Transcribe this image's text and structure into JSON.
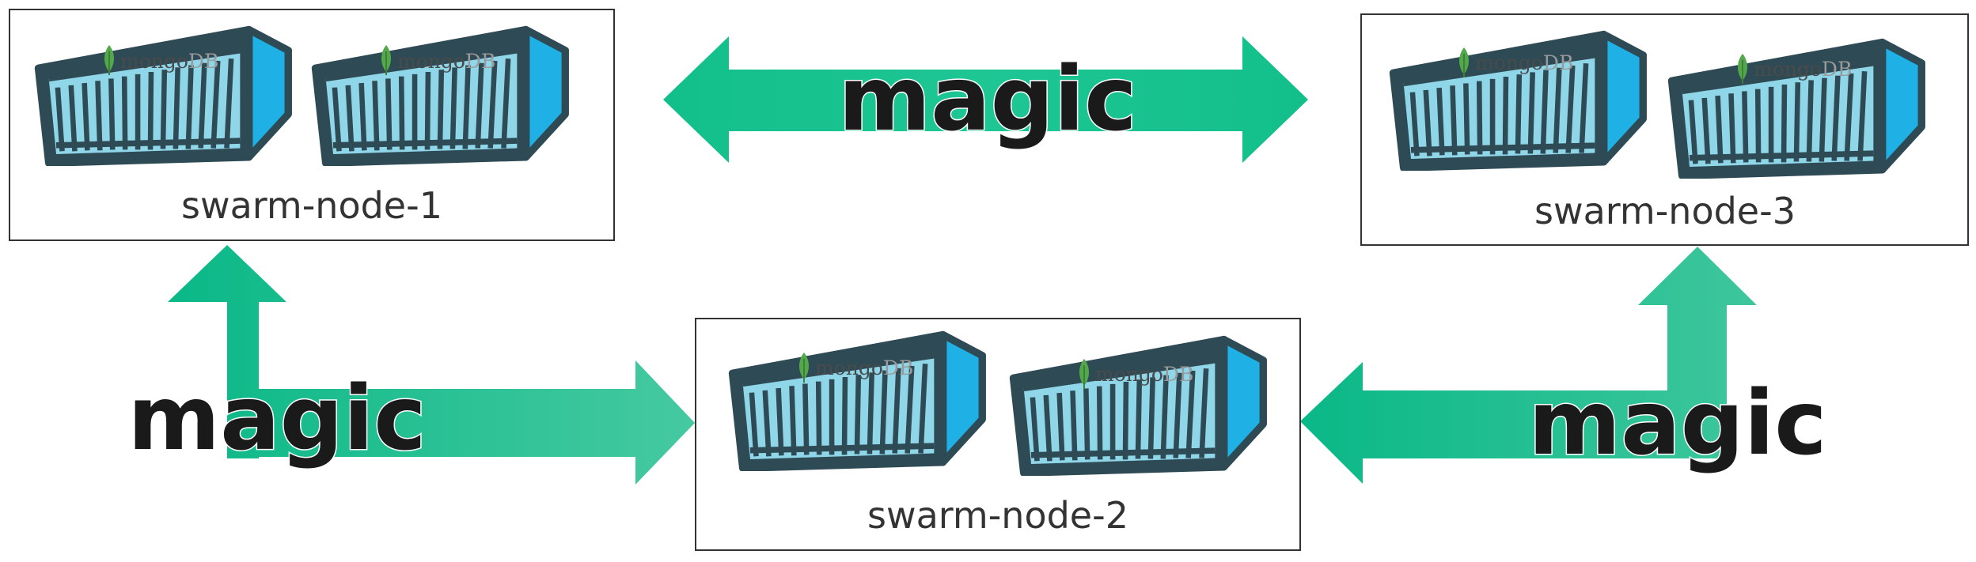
{
  "nodes": [
    {
      "id": "swarm-node-1",
      "label": "swarm-node-1"
    },
    {
      "id": "swarm-node-2",
      "label": "swarm-node-2"
    },
    {
      "id": "swarm-node-3",
      "label": "swarm-node-3"
    }
  ],
  "connections": [
    {
      "from": "swarm-node-1",
      "to": "swarm-node-3",
      "label": "magic"
    },
    {
      "from": "swarm-node-2",
      "to": "swarm-node-1",
      "label": "magic"
    },
    {
      "from": "swarm-node-2",
      "to": "swarm-node-3",
      "label": "magic"
    }
  ],
  "container_brand": {
    "part1": "mongo",
    "part2": "DB"
  },
  "colors": {
    "arrow": "#0fc08c",
    "container_front": "#8fd6e8",
    "container_side": "#1fb0e6",
    "container_top": "#f6f6f6",
    "container_edge": "#2e4a55",
    "leaf": "#52a84a"
  },
  "icons": [
    "mongodb-container-icon",
    "mongodb-leaf-icon"
  ]
}
